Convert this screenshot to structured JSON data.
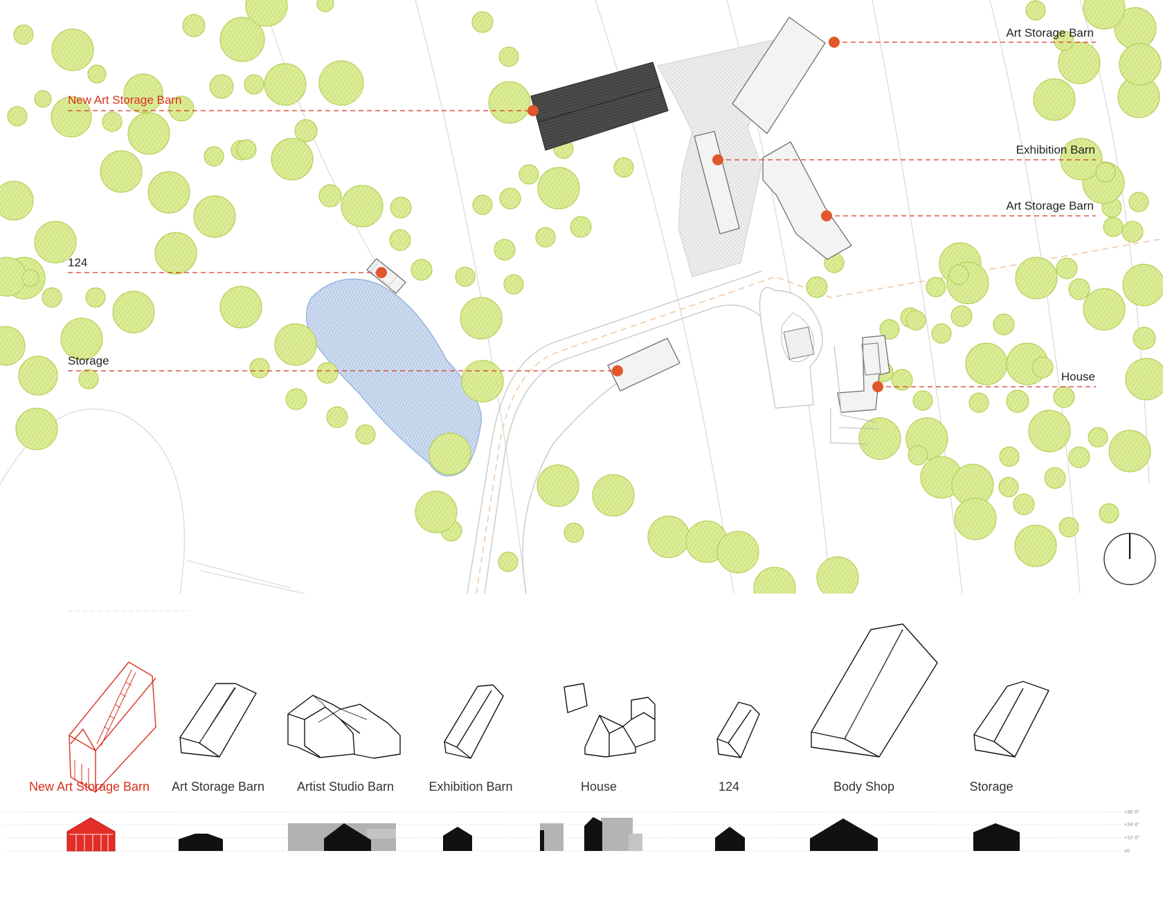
{
  "site_plan": {
    "callouts": [
      {
        "label": "Art Storage Barn",
        "highlight": false
      },
      {
        "label": "New Art Storage Barn",
        "highlight": true
      },
      {
        "label": "Exhibition Barn",
        "highlight": false
      },
      {
        "label": "Art Storage Barn",
        "highlight": false
      },
      {
        "label": "124",
        "highlight": false
      },
      {
        "label": "Storage",
        "highlight": false
      },
      {
        "label": "House",
        "highlight": false
      }
    ]
  },
  "buildings": [
    {
      "name": "New Art Storage Barn",
      "highlight": true
    },
    {
      "name": "Art Storage Barn",
      "highlight": false
    },
    {
      "name": "Artist Studio Barn",
      "highlight": false
    },
    {
      "name": "Exhibition Barn",
      "highlight": false
    },
    {
      "name": "House",
      "highlight": false
    },
    {
      "name": "124",
      "highlight": false
    },
    {
      "name": "Body Shop",
      "highlight": false
    },
    {
      "name": "Storage",
      "highlight": false
    }
  ],
  "elevation_levels": [
    "+36'-0\"",
    "+24'-0\"",
    "+12'-0\"",
    "±0"
  ],
  "colors": {
    "accent": "#d8301e",
    "marker": "#e2562b",
    "tree_fill": "#d6e88c",
    "tree_stroke": "#b6d05a",
    "pond": "#aac4e6",
    "new_barn_fill": "#4a4a4a",
    "building_fill": "#f3f3f3"
  },
  "icons": [
    "north-arrow-icon"
  ]
}
